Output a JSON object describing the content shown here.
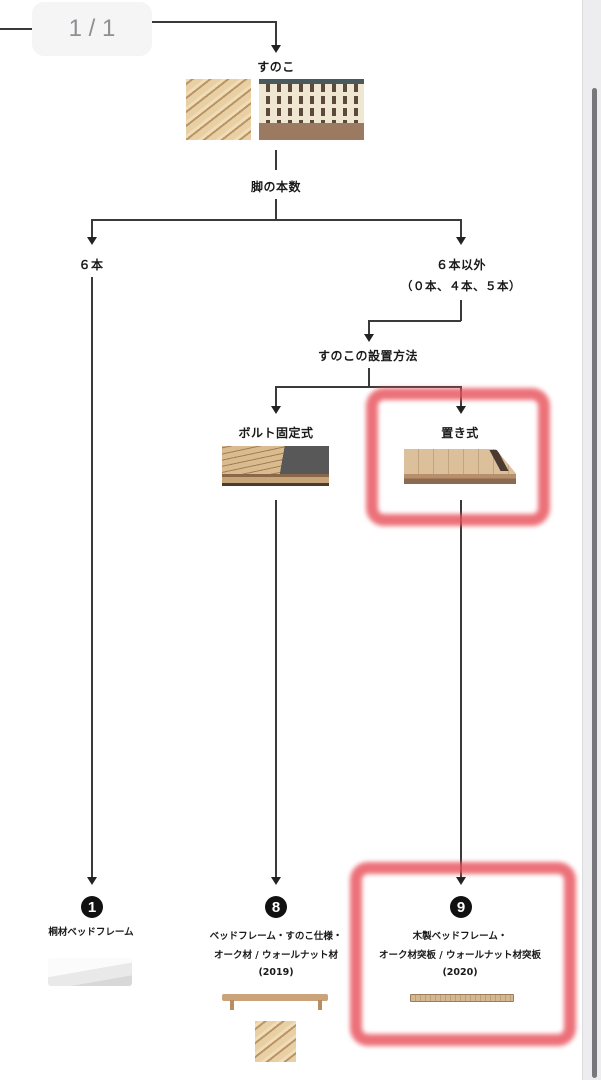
{
  "page_indicator": "1 / 1",
  "flowchart": {
    "root": {
      "label": "すのこ",
      "images": [
        "slatted-wood-closeup",
        "lattice-slat-frame"
      ]
    },
    "question_legs": {
      "label": "脚の本数"
    },
    "branch_6": {
      "label": "６本"
    },
    "branch_other": {
      "label": "６本以外",
      "sublabel": "（０本、４本、５本）"
    },
    "question_install": {
      "label": "すのこの設置方法"
    },
    "branch_bolt": {
      "label": "ボルト固定式",
      "image": "bolt-fixed-slats"
    },
    "branch_placed": {
      "label": "置き式",
      "image": "placed-slat-board",
      "highlighted": true
    },
    "results": [
      {
        "number": "1",
        "lines": [
          "桐材ベッドフレーム"
        ],
        "image": "white-bed-base"
      },
      {
        "number": "8",
        "lines": [
          "ベッドフレーム・すのこ仕様・",
          "オーク材 / ウォールナット材",
          "(2019)"
        ],
        "image": "wooden-low-frame"
      },
      {
        "number": "9",
        "lines": [
          "木製ベッドフレーム・",
          "オーク材突板 / ウォールナット材突板",
          "(2020)"
        ],
        "image": "flat-wood-platform",
        "highlighted": true
      }
    ]
  },
  "colors": {
    "highlight": "#e8525c",
    "line": "#3a3a3a",
    "badge": "#111111",
    "page_indicator_bg": "#f5f5f6"
  }
}
